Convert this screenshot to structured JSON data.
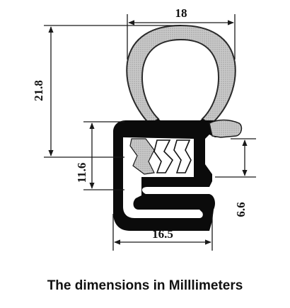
{
  "dimensions": {
    "top_width": "18",
    "total_height": "21.8",
    "clamp_height": "11.6",
    "lip_height": "6.6",
    "base_width": "16.5"
  },
  "caption": "The dimensions in Milllimeters",
  "colors": {
    "profile_black": "#0b0b0b",
    "bulb_fill": "#c4c4c4",
    "bulb_outline": "#2a2a2a",
    "dimension_line": "#1a1a1a",
    "background": "#ffffff"
  }
}
